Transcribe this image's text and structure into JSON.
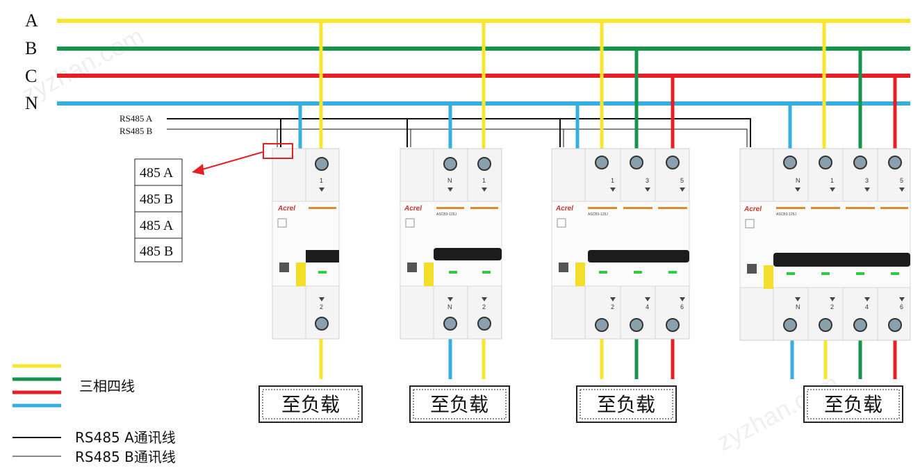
{
  "buses": [
    {
      "label": "A",
      "color": "#f7e62e"
    },
    {
      "label": "B",
      "color": "#14954a"
    },
    {
      "label": "C",
      "color": "#e51f25"
    },
    {
      "label": "N",
      "color": "#36aee0"
    }
  ],
  "rs485": {
    "a_label": "RS485 A",
    "b_label": "RS485 B"
  },
  "terminal_block": [
    "485 A",
    "485 B",
    "485 A",
    "485 B"
  ],
  "breakers": [
    {
      "brand": "Acrel",
      "top_poles": [
        "1"
      ],
      "bottom_poles": [
        "2"
      ]
    },
    {
      "brand": "Acrel",
      "model": "ASCB3-125J",
      "top_poles": [
        "N",
        "1"
      ],
      "bottom_poles": [
        "N",
        "2"
      ]
    },
    {
      "brand": "Acrel",
      "model": "ASCB3-125J",
      "top_poles": [
        "1",
        "3",
        "5"
      ],
      "bottom_poles": [
        "2",
        "4",
        "6"
      ]
    },
    {
      "brand": "Acrel",
      "model": "ASCB3-125J",
      "top_poles": [
        "N",
        "1",
        "3",
        "5"
      ],
      "bottom_poles": [
        "N",
        "2",
        "4",
        "6"
      ]
    }
  ],
  "load_label": "至负载",
  "legend": {
    "three_phase": "三相四线",
    "rs485_a": "RS485 A通讯线",
    "rs485_b": "RS485 B通讯线"
  },
  "watermark": "zyzhan.com"
}
